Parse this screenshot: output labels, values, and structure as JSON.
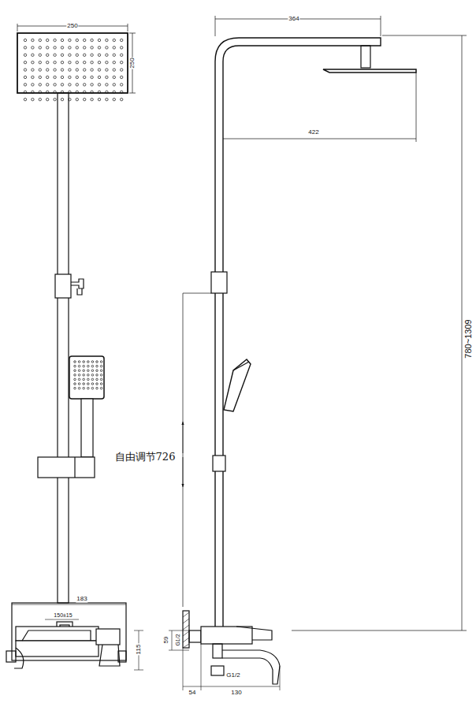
{
  "diagram": {
    "labels": [
      "250",
      "250",
      "364",
      "422",
      "780~1309",
      "自由调节726",
      "183",
      "150±15",
      "115",
      "59",
      "G1/2",
      "G1/2",
      "54",
      "130"
    ]
  }
}
